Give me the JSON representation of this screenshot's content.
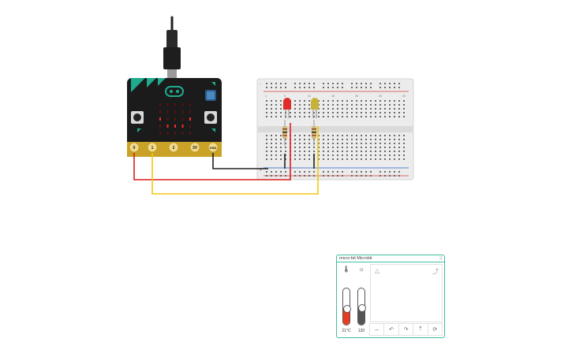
{
  "microbit": {
    "logo": "micro:bit",
    "pins": [
      "0",
      "1",
      "2",
      "3V",
      "GND"
    ],
    "leds": [
      [
        0,
        0,
        0,
        0,
        0
      ],
      [
        0,
        0,
        0,
        0,
        0
      ],
      [
        1,
        0,
        0,
        0,
        1
      ],
      [
        0,
        1,
        1,
        1,
        0
      ],
      [
        0,
        0,
        0,
        0,
        0
      ]
    ]
  },
  "breadboard": {
    "row_numbers": [
      "1",
      "5",
      "10",
      "15",
      "20",
      "25",
      "30"
    ],
    "rail_signs": [
      "-",
      "+"
    ]
  },
  "components": {
    "led_red": "red",
    "led_yellow": "yellow",
    "resistor_count": 2
  },
  "wires": {
    "colors": {
      "red": "#d81e1e",
      "yellow": "#f2c811",
      "black": "#222222"
    }
  },
  "simulator": {
    "title": "micro:bit Microbit",
    "grip": "⠿",
    "temperature_value": "21°C",
    "temperature_level": 0.45,
    "light_value": "120",
    "light_level": 0.47,
    "temp_icon": "thermometer-icon",
    "light_icon": "sun-icon",
    "logo_icon": "triangle-logo-icon",
    "shake_icon": "shake-icon",
    "gestures": [
      "shake-gesture-icon",
      "tilt-left-icon",
      "tilt-right-icon",
      "face-up-icon",
      "rotate-icon"
    ],
    "colors": {
      "border": "#3fbf9f",
      "temp_fill": "#ea3b22",
      "light_fill": "#555555"
    }
  }
}
